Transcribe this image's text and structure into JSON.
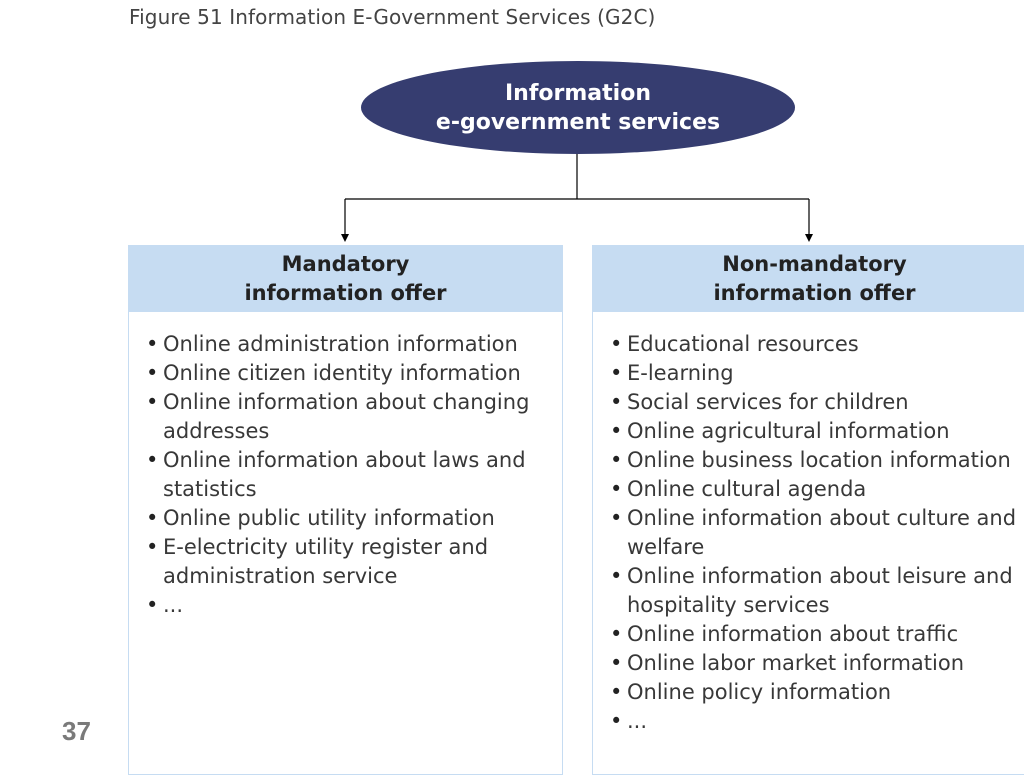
{
  "caption": "Figure 51 Information E-Government Services (G2C)",
  "root": {
    "line1": "Information",
    "line2": "e-government services"
  },
  "mandatory": {
    "title_line1": "Mandatory",
    "title_line2": "information offer",
    "items": [
      "Online administration information",
      "Online citizen identity information",
      "Online information about changing addresses",
      "Online information about laws and statistics",
      "Online public utility information",
      "E-electricity utility register and administration service",
      "..."
    ]
  },
  "non_mandatory": {
    "title_line1": "Non-mandatory",
    "title_line2": "information offer",
    "items": [
      "Educational resources",
      "E-learning",
      "Social services for children",
      "Online agricultural information",
      "Online business location information",
      "Online cultural agenda",
      "Online information about culture and welfare",
      "Online information about leisure and hospitality services",
      "Online information about traffic",
      "Online labor market information",
      "Online policy information",
      "..."
    ]
  },
  "page_number": "37",
  "colors": {
    "ellipse": "#363d70",
    "box_header": "#c6dcf2",
    "box_border": "#c6dcf2",
    "connector": "#000000"
  }
}
